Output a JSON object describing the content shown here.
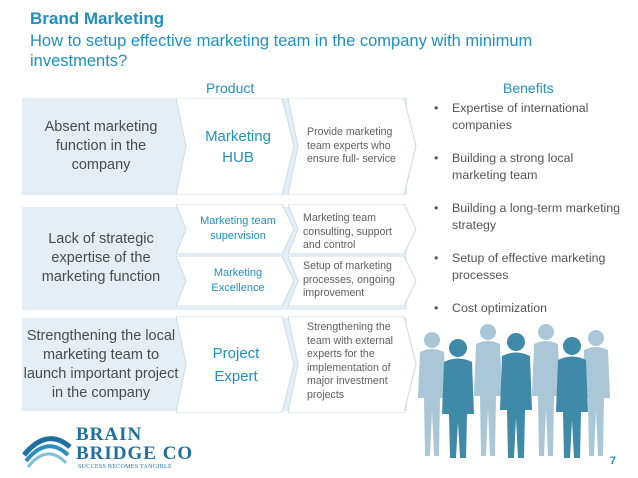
{
  "header": {
    "title": "Brand Marketing",
    "subtitle": "How to setup effective marketing team in the company with minimum investments?"
  },
  "columns": {
    "product": "Product",
    "benefits": "Benefits"
  },
  "rows": [
    {
      "problem": "Absent marketing function in the company",
      "products": [
        "Marketing HUB"
      ],
      "provides": [
        "Provide marketing team experts who ensure full- service"
      ]
    },
    {
      "problem": "Lack of strategic expertise of the marketing function",
      "products": [
        "Marketing team supervision",
        "Marketing Excellence"
      ],
      "provides": [
        "Marketing team consulting, support and control",
        "Setup of marketing processes, ongoing improvement"
      ]
    },
    {
      "problem": "Strengthening the local marketing team to launch important project in the company",
      "products": [
        "Project Expert"
      ],
      "provides": [
        "Strengthening the team with external experts for the implementation of major investment projects"
      ]
    }
  ],
  "benefits": [
    "Expertise of international companies",
    "Building a strong local marketing team",
    "Building a long-term marketing strategy",
    "Setup of effective marketing processes",
    "Cost optimization"
  ],
  "logo": {
    "line1": "BRAIN",
    "line2": "BRIDGE CO",
    "tagline": "SUCCESS BECOMES TANGIBLE"
  },
  "page_number": "7",
  "colors": {
    "accent": "#1f8fc0",
    "band": "#e4eef4",
    "people": "#9dbfcf",
    "people_dark": "#3f8aa8"
  }
}
